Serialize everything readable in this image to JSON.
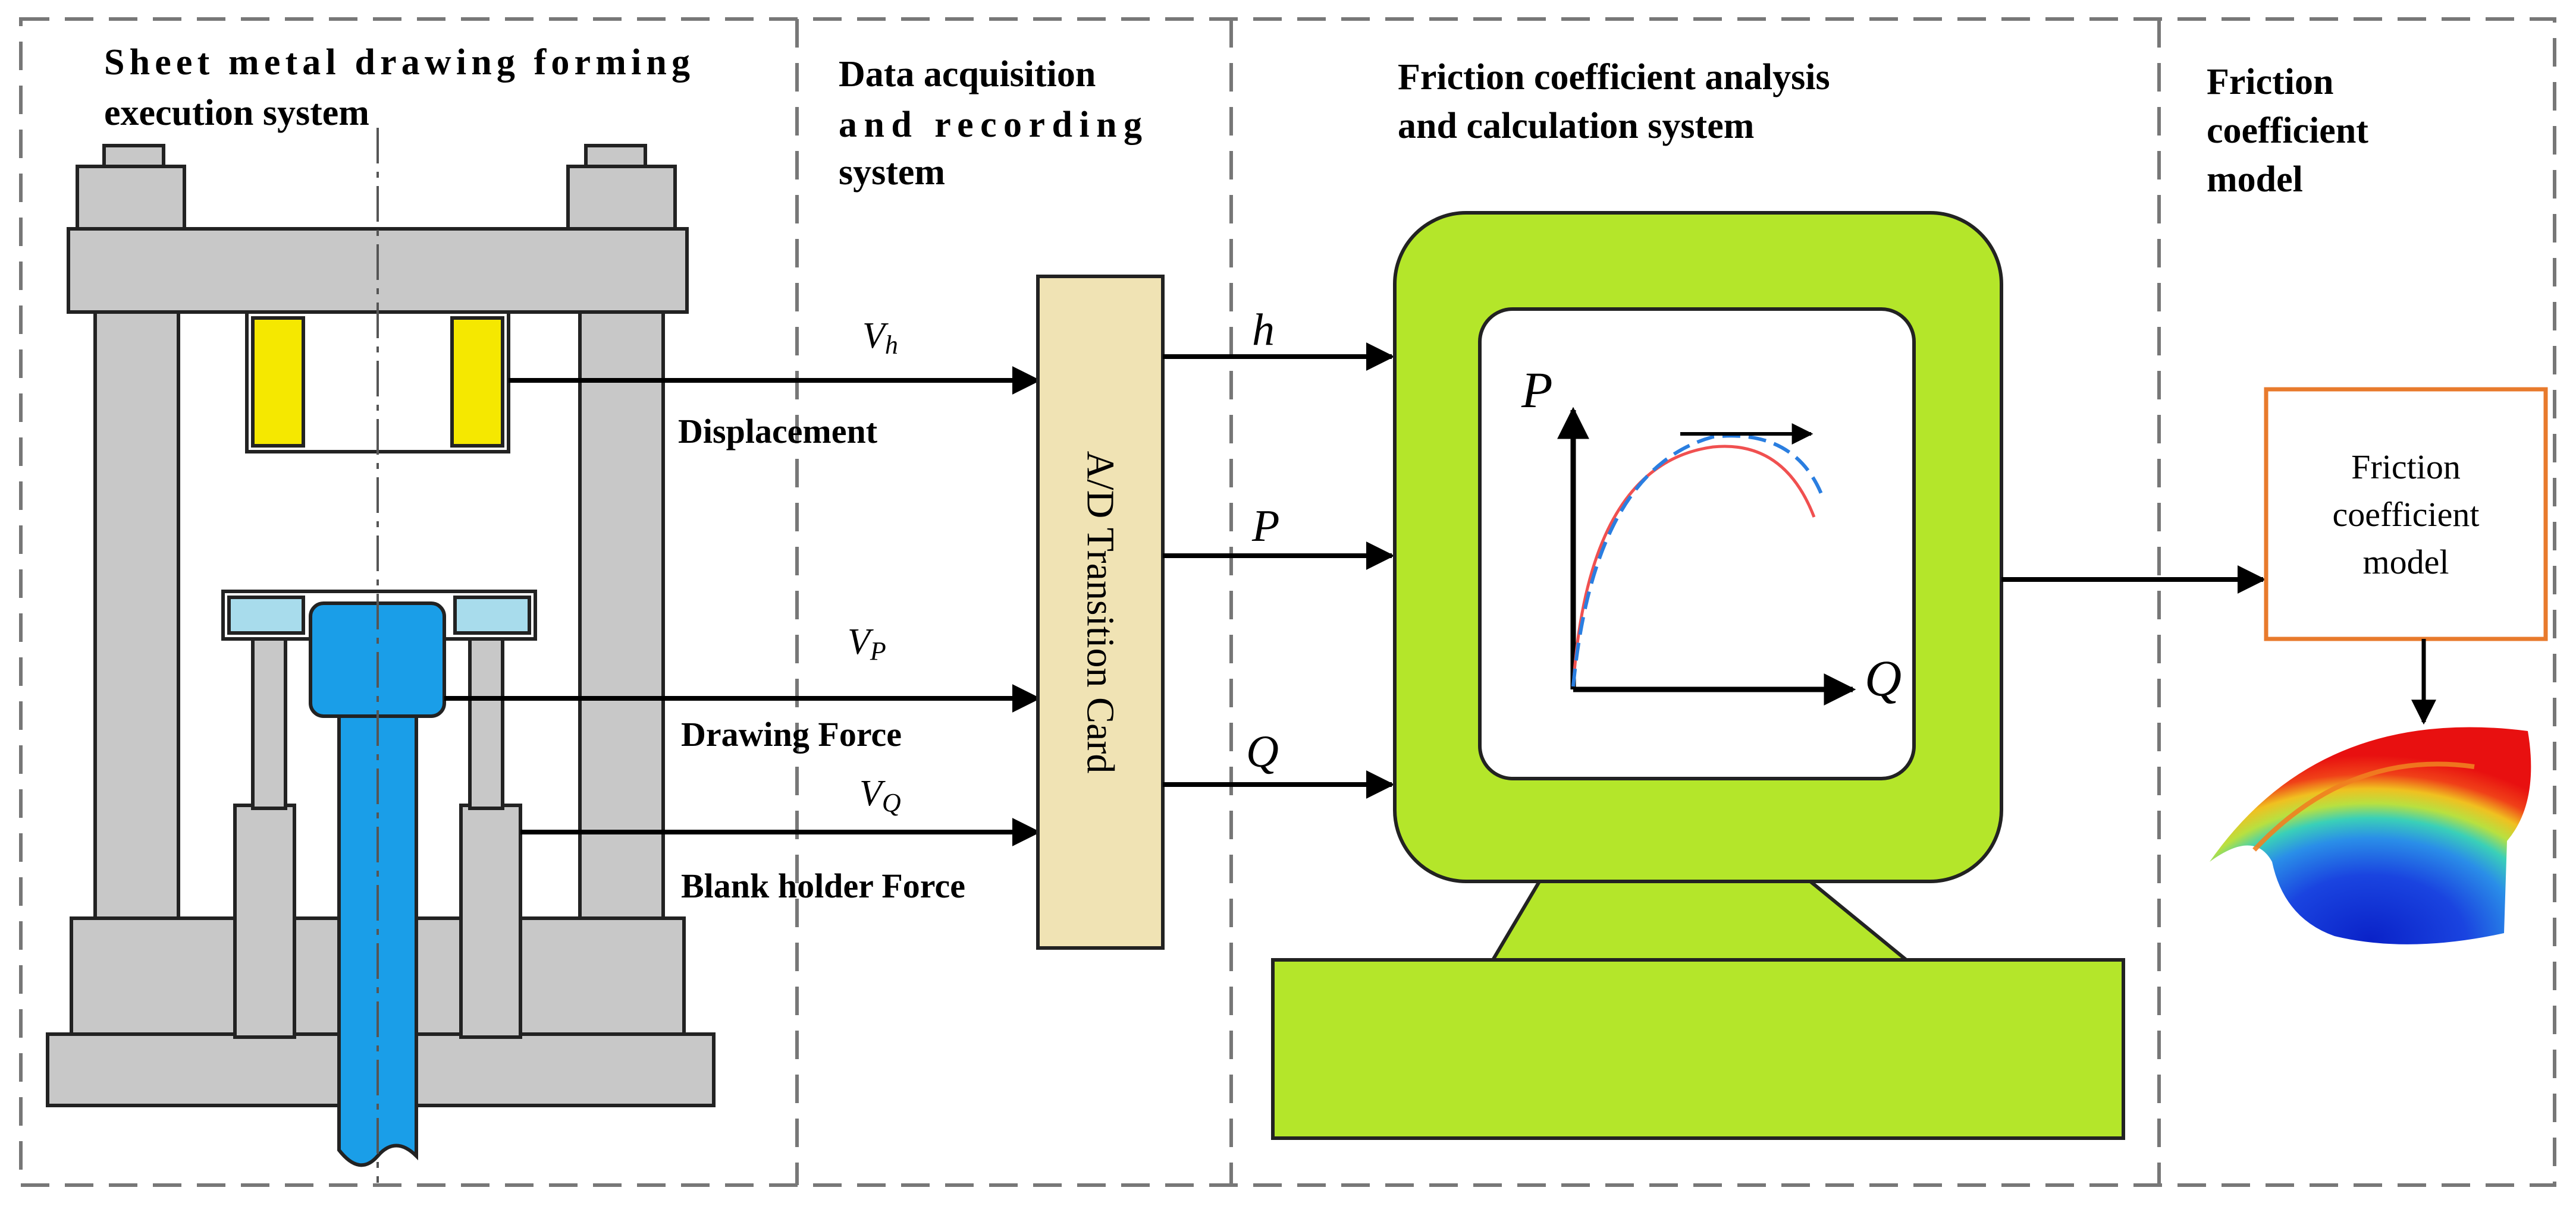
{
  "sections": {
    "forming": {
      "title_line1": "Sheet metal drawing forming",
      "title_line2": "execution system"
    },
    "acquisition": {
      "title_line1": "Data acquisition",
      "title_line2": "and recording",
      "title_line3": "system"
    },
    "analysis": {
      "title_line1": "Friction coefficient analysis",
      "title_line2": "and calculation system"
    },
    "model": {
      "title_line1": "Friction",
      "title_line2": "coefficient",
      "title_line3": "model"
    }
  },
  "signals_in": [
    {
      "symbol": "V",
      "sub": "h",
      "label": "Displacement"
    },
    {
      "symbol": "V",
      "sub": "P",
      "label": "Drawing Force"
    },
    {
      "symbol": "V",
      "sub": "Q",
      "label": "Blank holder Force"
    }
  ],
  "converter": {
    "label": "A/D Transition Card"
  },
  "signals_out": [
    {
      "symbol": "h"
    },
    {
      "symbol": "P"
    },
    {
      "symbol": "Q"
    }
  ],
  "plot": {
    "y_axis": "P",
    "x_axis": "Q"
  },
  "model_box": {
    "line1": "Friction",
    "line2": "coefficient",
    "line3": "model"
  },
  "colors": {
    "press_gray": "#c8c8c8",
    "press_blue": "#1a9ee8",
    "press_lightblue": "#a8dcec",
    "press_yellow": "#f5e800",
    "card_fill": "#f0e3b4",
    "monitor_green": "#b4e62a",
    "model_border": "#e87a2c",
    "curve_red": "#f05050",
    "curve_blue": "#2a7ee0"
  }
}
